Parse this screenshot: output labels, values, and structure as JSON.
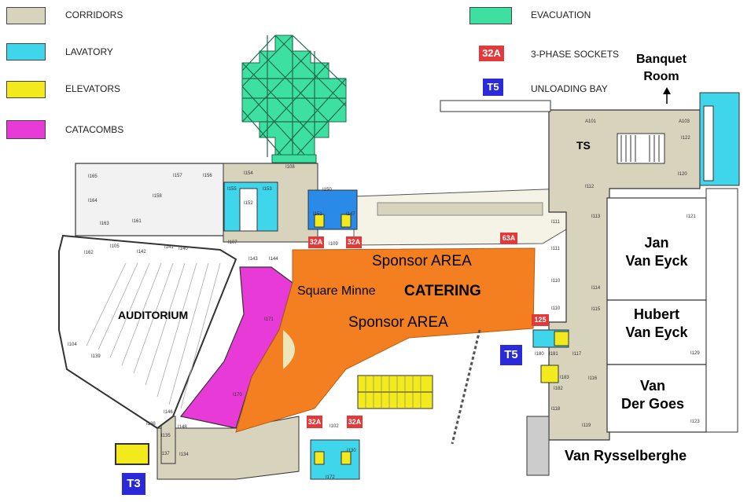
{
  "legend": {
    "corridors": {
      "label": "CORRIDORS",
      "color": "#d8d3bd"
    },
    "lavatory": {
      "label": "LAVATORY",
      "color": "#3fd6ec"
    },
    "elevators": {
      "label": "ELEVATORS",
      "color": "#f2ea1c"
    },
    "catacombs": {
      "label": "CATACOMBS",
      "color": "#e83ad6"
    },
    "evacuation": {
      "label": "EVACUATION",
      "color": "#3ee0a2"
    },
    "sockets": {
      "label": "3-PHASE SOCKETS",
      "badge": "32A",
      "color": "#e23a3a"
    },
    "unloading": {
      "label": "UNLOADING BAY",
      "badge": "T5",
      "color": "#2a2ad8"
    }
  },
  "rooms": {
    "auditorium": "AUDITORIUM",
    "ts": "TS",
    "banquet_line1": "Banquet",
    "banquet_line2": "Room",
    "jan_line1": "Jan",
    "jan_line2": "Van Eyck",
    "hubert_line1": "Hubert",
    "hubert_line2": "Van Eyck",
    "vdg_line1": "Van",
    "vdg_line2": "Der Goes",
    "rysselberghe": "Van Rysselberghe"
  },
  "catering_area": {
    "sponsor_top": "Sponsor AREA",
    "square_minne": "Square Minne",
    "catering": "CATERING",
    "sponsor_bottom": "Sponsor AREA",
    "color": "#f37f21"
  },
  "badges": {
    "socket_left_top": "32A",
    "socket_right_top": "32A",
    "socket_63a": "63A",
    "socket_125": "125",
    "socket_left_bottom": "32A",
    "socket_right_bottom": "32A",
    "bay_t5": "T5",
    "bay_t3": "T3"
  },
  "small_labels": {
    "i165": "I165",
    "i164": "I164",
    "i158": "I158",
    "i157": "I157",
    "i156": "I156",
    "i163": "I163",
    "i161": "I161",
    "i154": "I154",
    "i155": "I155",
    "i153": "I153",
    "i152": "I152",
    "i108": "I108",
    "i150": "I150",
    "i151": "I151",
    "i147": "I147",
    "i109": "I109",
    "i107": "I107",
    "i162": "I162",
    "i105": "I105",
    "i142": "I142",
    "i141": "I141",
    "i140": "I140",
    "i143": "I143",
    "i144": "I144",
    "i171": "I171",
    "i170": "I170",
    "i104": "I104",
    "i139": "I139",
    "i146": "I146",
    "i136": "I136",
    "i148": "I148",
    "i135": "I135",
    "i137": "I137",
    "i134": "I134",
    "i102": "I102",
    "i130": "I130",
    "i172": "I172",
    "a101": "A101",
    "a103": "A103",
    "i122": "I122",
    "i120": "I120",
    "i112": "I112",
    "i113": "I113",
    "i121": "I121",
    "i111a": "I111",
    "i111b": "I111",
    "i110a": "I110",
    "i110b": "I110",
    "i114": "I114",
    "i115": "I115",
    "i129": "I129",
    "i117": "I117",
    "i180": "I180",
    "i181": "I181",
    "i183": "I183",
    "i182": "I182",
    "i116": "I116",
    "i118": "I118",
    "i119": "I119",
    "i123": "I123"
  }
}
